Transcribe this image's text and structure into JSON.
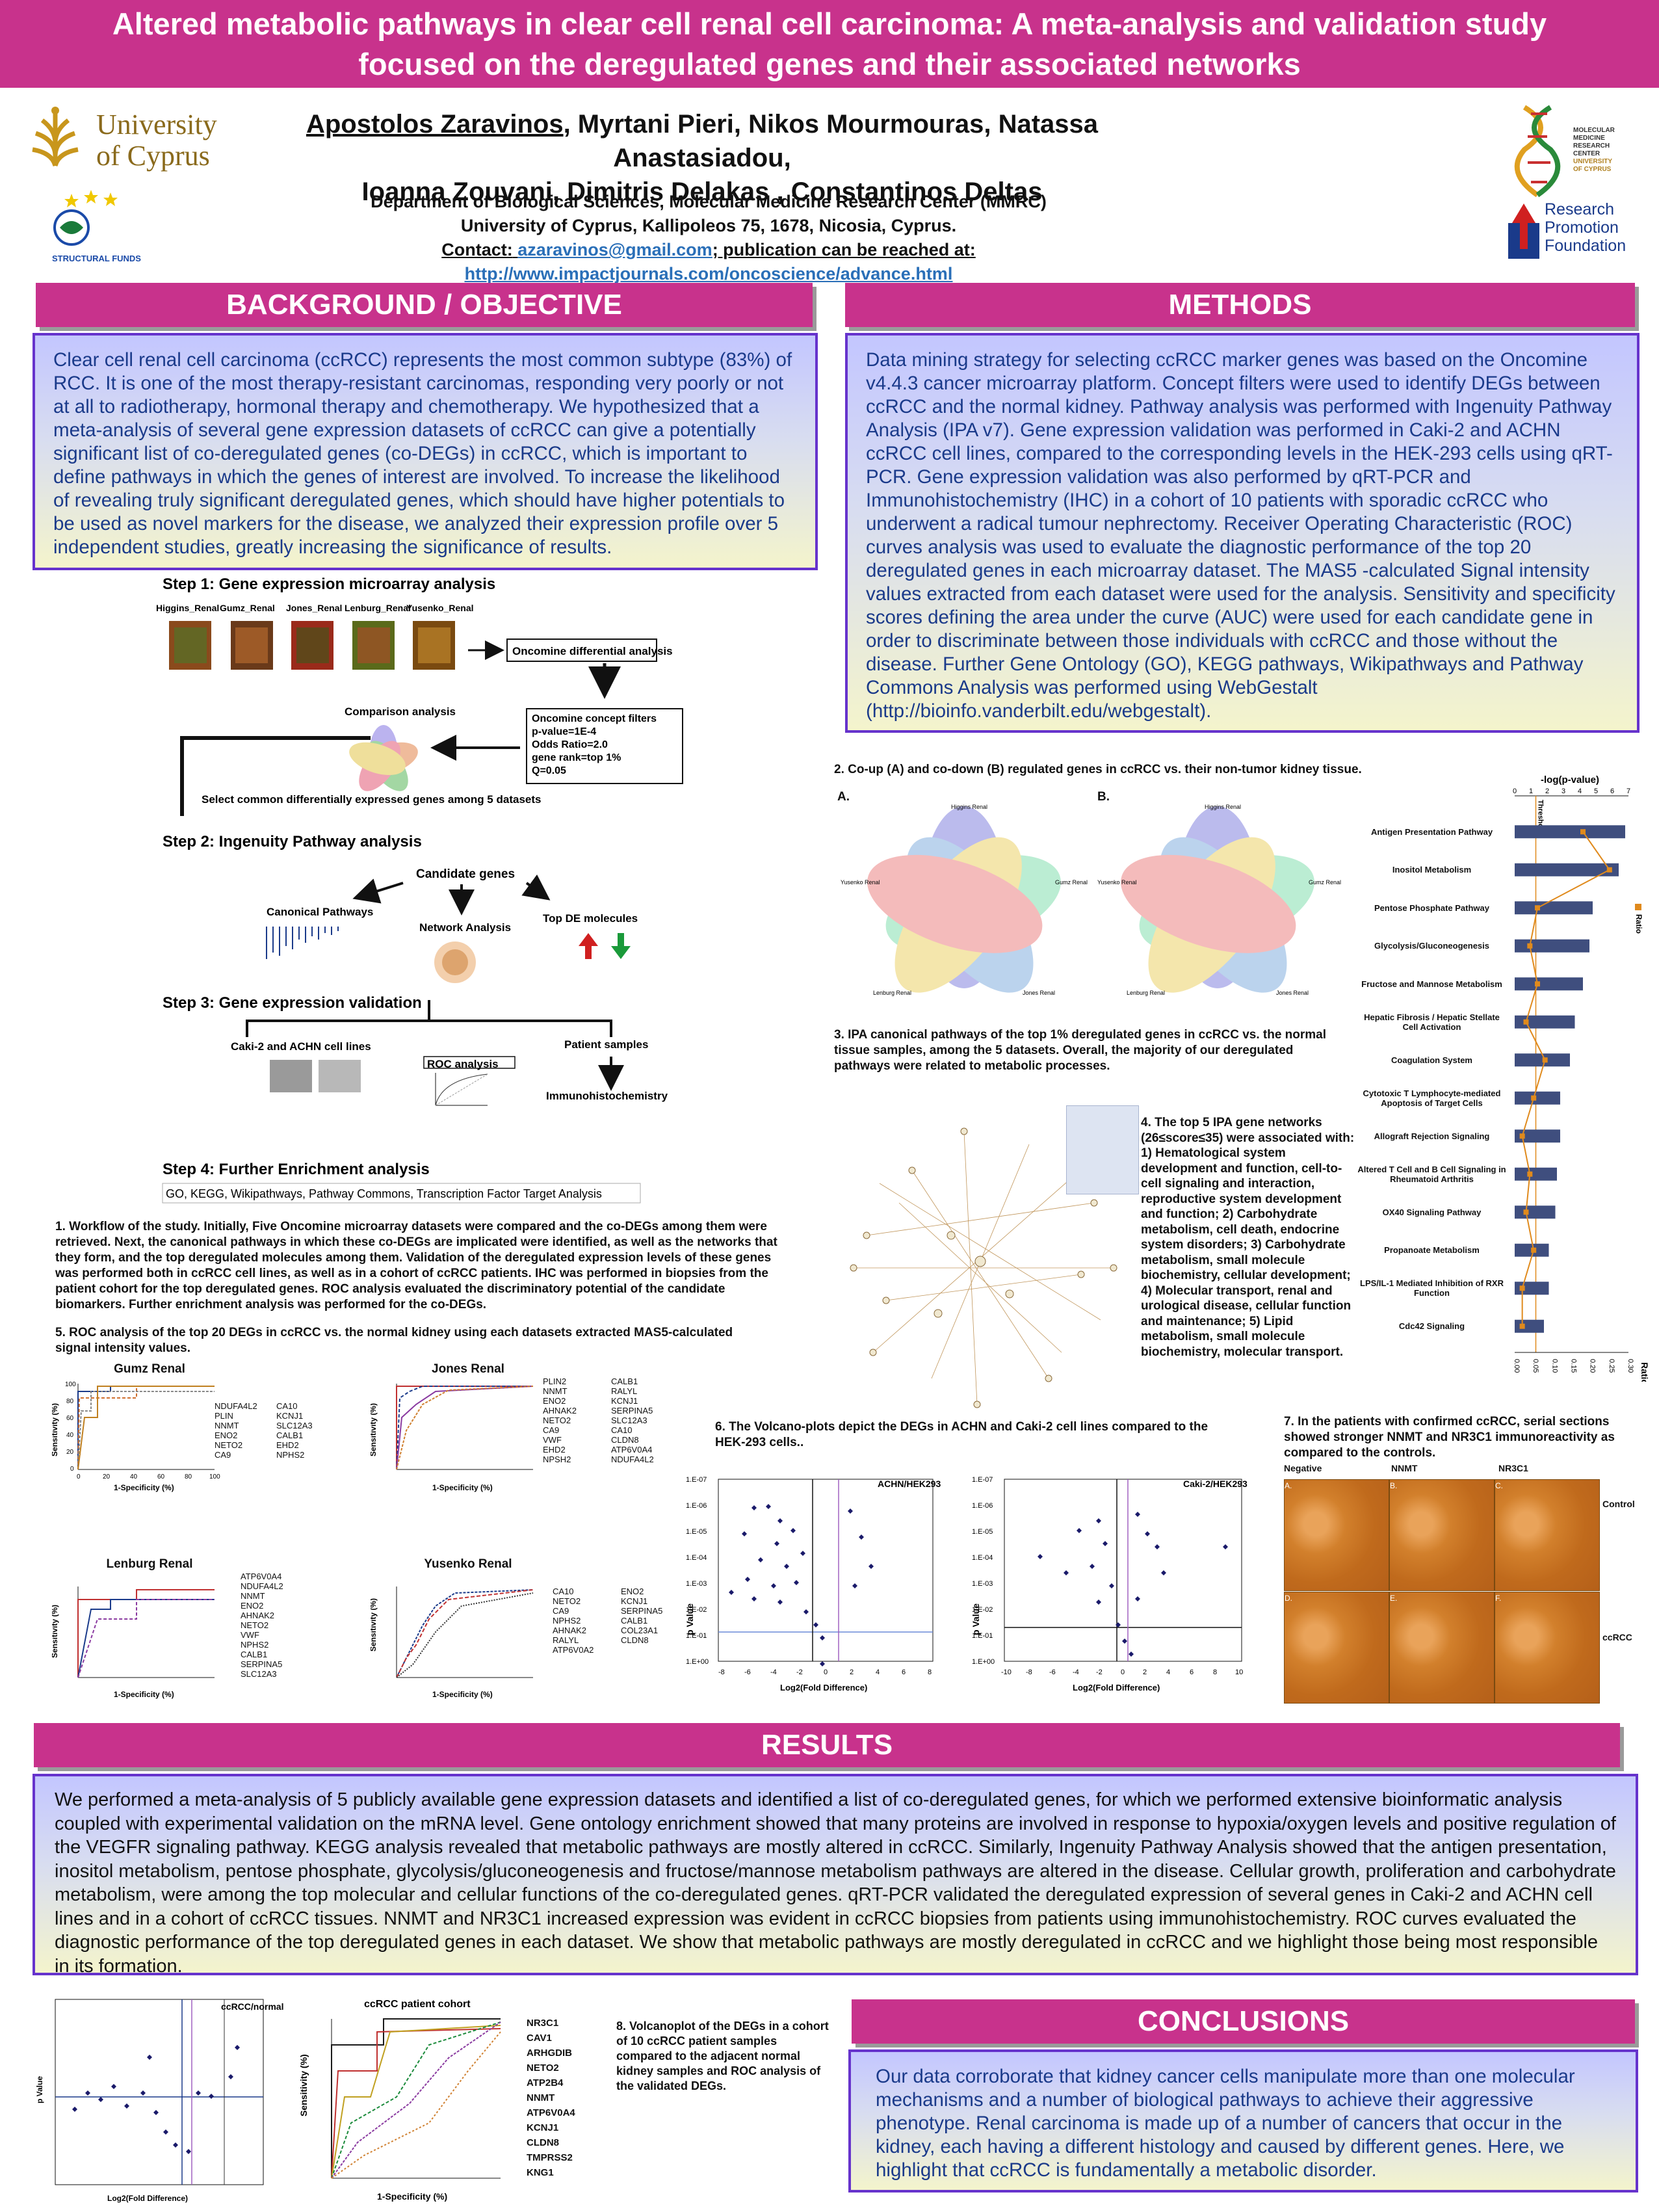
{
  "header": {
    "title_line1": "Altered metabolic pathways in clear cell renal cell carcinoma: A meta-analysis and validation study",
    "title_line2": "focused on the deregulated genes and their associated networks",
    "authors_first": "Apostolos Zaravinos",
    "authors_rest1": ", Myrtani Pieri, Nikos Mourmouras, Natassa Anastasiadou,",
    "authors_line2": "Ioanna Zouvani, Dimitris Delakas , Constantinos Deltas",
    "dept_line1": "Department of Biological Sciences, Molecular Medicine Research Center (MMRC)",
    "dept_line2": "University of Cyprus, Kallipoleos 75, 1678, Nicosia, Cyprus.",
    "contact_label": "Contact:",
    "contact_email": "azaravinos@gmail.com",
    "publication_label": "; publication can be reached at:",
    "publication_url": "http://www.impactjournals.com/oncoscience/advance.html"
  },
  "logos": {
    "ucy_line1": "University",
    "ucy_line2": "of Cyprus",
    "structural_funds": "STRUCTURAL FUNDS",
    "mmrc_lines": [
      "MOLECULAR",
      "MEDICINE",
      "RESEARCH",
      "CENTER",
      "UNIVERSITY",
      "OF CYPRUS"
    ],
    "rpf_line1": "Research",
    "rpf_line2": "Promotion",
    "rpf_line3": "Foundation"
  },
  "background": {
    "heading": "BACKGROUND / OBJECTIVE",
    "text": "Clear cell renal cell carcinoma (ccRCC) represents the most common subtype (83%) of RCC. It is one of the most therapy-resistant carcinomas, responding very poorly or not at all to radiotherapy, hormonal therapy and chemotherapy. We hypothesized that a meta-analysis of several gene expression datasets of ccRCC can give a potentially significant list of co-deregulated genes (co-DEGs) in ccRCC, which is important to define pathways in which the genes of interest are involved. To increase the likelihood of revealing truly significant deregulated genes, which should have higher potentials to be used as novel markers for the disease, we analyzed their expression profile over 5 independent studies, greatly increasing the significance of results."
  },
  "methods": {
    "heading": "METHODS",
    "text": "Data mining strategy for selecting ccRCC marker genes was based on the Oncomine v4.4.3 cancer microarray platform. Concept filters were used to identify DEGs between ccRCC and the normal kidney. Pathway analysis was performed with Ingenuity Pathway Analysis (IPA v7). Gene expression validation was performed in Caki-2 and ACHN ccRCC cell lines, compared to the corresponding levels in the HEK-293 cells using qRT-PCR. Gene expression validation was also performed by qRT-PCR and Immunohistochemistry (IHC) in a cohort of 10 patients with sporadic ccRCC who underwent a radical tumour nephrectomy. Receiver Operating Characteristic (ROC) curves analysis was used to evaluate the diagnostic performance of the top 20 deregulated genes in each microarray dataset. The MAS5 -calculated Signal intensity values extracted from each dataset were used for the analysis. Sensitivity and specificity scores defining the area under the curve (AUC) were used for each candidate gene in order to discriminate between those individuals with ccRCC and those without the disease. Further Gene Ontology (GO), KEGG pathways, Wikipathways and Pathway Commons Analysis was performed using WebGestalt  (http://bioinfo.vanderbilt.edu/webgestalt)."
  },
  "workflow": {
    "step1": "Step 1: Gene expression microarray analysis",
    "datasets": [
      "Higgins_Renal",
      "Gumz_Renal",
      "Jones_Renal",
      "Lenburg_Renal",
      "Yusenko_Renal"
    ],
    "oncomine_diff": "Oncomine differential analysis",
    "comparison": "Comparison analysis",
    "filters": [
      "Oncomine concept filters",
      "p-value=1E-4",
      "Odds Ratio=2.0",
      "gene rank=top 1%",
      "Q=0.05"
    ],
    "select_common": "Select common differentially expressed genes among 5 datasets",
    "step2": "Step 2: Ingenuity Pathway analysis",
    "candidate": "Candidate genes",
    "canonical": "Canonical Pathways",
    "network": "Network Analysis",
    "topde": "Top DE molecules",
    "step3": "Step 3: Gene expression validation",
    "celllines": "Caki-2 and ACHN cell lines",
    "patients": "Patient samples",
    "roc": "ROC analysis",
    "ihc": "Immunohistochemistry",
    "step4": "Step 4: Further Enrichment analysis",
    "enrichment": "GO, KEGG, Wikipathways, Pathway Commons, Transcription Factor Target Analysis"
  },
  "captions": {
    "fig1": "1. Workflow of the study. Initially, Five Oncomine microarray datasets were compared and the co-DEGs among them were retrieved. Next, the canonical pathways in which these co-DEGs are implicated were identified, as well as the networks that they form, and the top deregulated molecules among them. Validation of the deregulated expression levels of these genes was performed both in ccRCC cell lines, as well as in a cohort of ccRCC patients. IHC was performed in biopsies from the patient cohort for the top deregulated genes. ROC analysis evaluated the discriminatory potential of the candidate biomarkers. Further enrichment analysis was performed for the co-DEGs.",
    "fig2": "2. Co-up (A) and co-down (B) regulated genes in ccRCC vs. their non-tumor kidney tissue.",
    "fig3": "3. IPA canonical pathways of the top 1% deregulated genes in ccRCC vs. the normal tissue samples, among the 5 datasets. Overall, the majority of our deregulated pathways were related to metabolic processes.",
    "fig4": "4. The top 5 IPA gene networks (26≤score≤35) were associated with: 1) Hematological system development and function, cell-to-cell signaling and interaction, reproductive system development and function; 2) Carbohydrate metabolism, cell death, endocrine system disorders; 3) Carbohydrate metabolism, small molecule biochemistry, cellular development; 4) Molecular transport, renal and urological disease, cellular function and maintenance; 5) Lipid metabolism, small molecule biochemistry, molecular transport.",
    "fig5": "5. ROC analysis of the top 20 DEGs in ccRCC vs. the normal kidney using each datasets extracted MAS5-calculated signal intensity values.",
    "fig6": "6. The Volcano-plots depict the DEGs in ACHN and Caki-2 cell lines compared to the HEK-293 cells..",
    "fig7": "7. In the patients with confirmed ccRCC, serial sections showed stronger NNMT and NR3C1 immunoreactivity as compared to the controls.",
    "fig8": "8. Volcanoplot of the DEGs in a cohort of 10 ccRCC patient samples compared to the adjacent normal kidney samples and ROC analysis of the validated DEGs."
  },
  "venn": {
    "label_a": "A.",
    "label_b": "B.",
    "sets": [
      "Higgins Renal",
      "Gumz Renal",
      "Jones Renal",
      "Lenburg Renal",
      "Yusenko Renal"
    ]
  },
  "ipa_chart": {
    "top_label": "-log(p-value)",
    "top_ticks": [
      "0",
      "1",
      "2",
      "3",
      "4",
      "5",
      "6",
      "7"
    ],
    "bottom_label": "Ratio",
    "bottom_ticks": [
      "0.00",
      "0.05",
      "0.10",
      "0.15",
      "0.20",
      "0.25",
      "0.30"
    ],
    "threshold_label": "Threshold",
    "ratio_legend": "Ratio"
  },
  "roc_panels": [
    {
      "title": "Gumz Renal",
      "legend_col1": [
        "NDUFA4L2",
        "PLIN",
        "NNMT",
        "ENO2",
        "NETO2",
        "CA9"
      ],
      "legend_col2": [
        "CA10",
        "KCNJ1",
        "SLC12A3",
        "CALB1",
        "EHD2",
        "NPHS2"
      ]
    },
    {
      "title": "Jones Renal",
      "legend_col1": [
        "PLIN2",
        "NNMT",
        "ENO2",
        "AHNAK2",
        "NETO2",
        "CA9",
        "VWF",
        "EHD2",
        "NPSH2"
      ],
      "legend_col2": [
        "CALB1",
        "RALYL",
        "KCNJ1",
        "SERPINA5",
        "SLC12A3",
        "CA10",
        "CLDN8",
        "ATP6V0A4",
        "NDUFA4L2"
      ]
    },
    {
      "title": "Lenburg Renal",
      "legend_col1": [
        "ATP6V0A4",
        "NDUFA4L2",
        "NNMT",
        "ENO2",
        "AHNAK2",
        "NETO2",
        "VWF",
        "NPHS2",
        "CALB1",
        "SERPINA5",
        "SLC12A3"
      ],
      "legend_col2": []
    },
    {
      "title": "Yusenko Renal",
      "legend_col1": [
        "CA10",
        "NETO2",
        "CA9",
        "NPHS2",
        "AHNAK2",
        "RALYL",
        "ATP6V0A2"
      ],
      "legend_col2": [
        "ENO2",
        "KCNJ1",
        "SERPINA5",
        "CALB1",
        "COL23A1",
        "CLDN8"
      ]
    }
  ],
  "roc_axes": {
    "xlabel": "1-Specificity (%)",
    "ylabel": "Sensitivity (%)",
    "xticks": [
      "0",
      "20",
      "40",
      "60",
      "80",
      "100"
    ],
    "yticks": [
      "0",
      "20",
      "40",
      "60",
      "80",
      "100"
    ]
  },
  "volcano": {
    "achn_title": "ACHN/HEK293",
    "caki_title": "Caki-2/HEK293",
    "xlabel": "Log2(Fold Difference)",
    "ylabel": "p Value",
    "yticks": [
      "1.E-07",
      "1.E-06",
      "1.E-05",
      "1.E-04",
      "1.E-03",
      "1.E-02",
      "1.E-01",
      "1.E+00"
    ],
    "achn_xticks": [
      "-8",
      "-6",
      "-4",
      "-2",
      "0",
      "2",
      "4",
      "6",
      "8"
    ],
    "caki_xticks": [
      "-10",
      "-8",
      "-6",
      "-4",
      "-2",
      "0",
      "2",
      "4",
      "6",
      "8",
      "10"
    ]
  },
  "ihc": {
    "col_labels": [
      "Negative",
      "NNMT",
      "NR3C1"
    ],
    "row_labels": [
      "Control",
      "ccRCC"
    ],
    "panel_letters": [
      "A.",
      "B.",
      "C.",
      "D.",
      "E.",
      "F."
    ]
  },
  "results": {
    "heading": "RESULTS",
    "text": "We performed a meta-analysis of 5 publicly available gene expression datasets and identified a list of co-deregulated genes, for which we performed extensive bioinformatic analysis coupled with experimental validation on the mRNA level. Gene ontology enrichment showed that many proteins are involved in response to hypoxia/oxygen levels and positive regulation of the VEGFR signaling pathway. KEGG analysis revealed that metabolic pathways are mostly altered in ccRCC. Similarly, Ingenuity Pathway Analysis showed that the antigen presentation, inositol metabolism, pentose phosphate, glycolysis/gluconeogenesis and fructose/mannose metabolism pathways are altered in the disease. Cellular growth, proliferation and carbohydrate metabolism, were among the top molecular and cellular functions of the co-deregulated genes. qRT-PCR validated the deregulated expression of several genes in Caki-2 and ACHN cell lines and in a cohort of ccRCC tissues. NNMT and NR3C1 increased expression was evident in ccRCC biopsies from patients using immunohistochemistry. ROC curves evaluated the diagnostic performance of the top deregulated genes in each dataset. We show that metabolic pathways are mostly deregulated in ccRCC and we highlight those being most responsible in its formation."
  },
  "fig8_plots": {
    "volcano_title": "ccRCC/normal",
    "roc_title": "ccRCC patient cohort",
    "legend": [
      "NR3C1",
      "CAV1",
      "ARHGDIB",
      "NETO2",
      "ATP2B4",
      "NNMT",
      "ATP6V0A4",
      "KCNJ1",
      "CLDN8",
      "TMPRSS2",
      "KNG1"
    ]
  },
  "conclusions": {
    "heading": "CONCLUSIONS",
    "text": "Our data corroborate that kidney cancer cells manipulate more than one molecular mechanisms and a number of biological pathways to achieve their aggressive phenotype. Renal carcinoma is made up of a number of cancers that occur in the kidney, each having a different histology and caused by different genes. Here, we highlight that ccRCC is fundamentally a metabolic disorder."
  },
  "chart_data": [
    {
      "type": "bar",
      "title": "",
      "xlabel": "-log(p-value)",
      "categories": [
        "Antigen Presentation Pathway",
        "Inositol Metabolism",
        "Pentose Phosphate Pathway",
        "Glycolysis/Gluconeogenesis",
        "Fructose and Mannose Metabolism",
        "Hepatic Fibrosis / Hepatic Stellate Cell Activation",
        "Coagulation System",
        "Cytotoxic T Lymphocyte-mediated Apoptosis of Target Cells",
        "Allograft Rejection Signaling",
        "Altered T Cell and B Cell Signaling in Rheumatoid Arthritis",
        "OX40 Signaling Pathway",
        "Propanoate Metabolism",
        "LPS/IL-1 Mediated Inhibition of RXR Function",
        "Cdc42 Signaling"
      ],
      "series": [
        {
          "name": "",
          "values": [
            6.8,
            6.4,
            4.8,
            4.6,
            4.2,
            3.7,
            3.4,
            2.8,
            2.8,
            2.6,
            2.5,
            2.1,
            2.1,
            1.8
          ]
        },
        {
          "name": "Ratio",
          "values": [
            0.18,
            0.25,
            0.06,
            0.04,
            0.06,
            0.03,
            0.08,
            0.05,
            0.02,
            0.04,
            0.03,
            0.05,
            0.02,
            0.02
          ]
        }
      ],
      "xlim": [
        0,
        7
      ],
      "ratio_lim": [
        0.0,
        0.3
      ]
    }
  ]
}
